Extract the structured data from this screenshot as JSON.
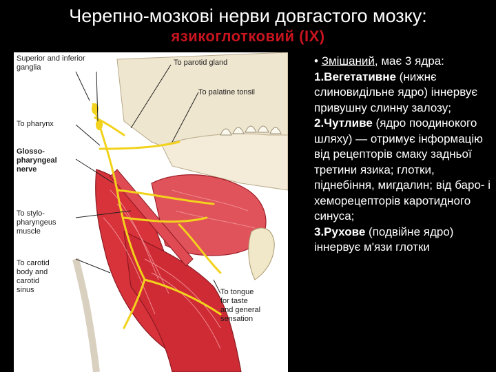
{
  "slide": {
    "title": "Черепно-мозкові нерви довгастого мозку:",
    "subtitle": "язикоглотковий (IX)"
  },
  "figure_labels": {
    "ganglia": "Superior and inferior\nganglia",
    "parotid": "To parotid gland",
    "palatine": "To palatine tonsil",
    "pharynx": "To pharynx",
    "glosso": "Glosso-\npharyngeal\nnerve",
    "stylo": "To stylo-\npharyngeus\nmuscle",
    "carotid": "To carotid\nbody and\ncarotid\nsinus",
    "tongue": "To tongue\nfor taste\nand general\nsensation"
  },
  "body": {
    "l1_bullet": "• ",
    "l1_mixed": "Змішаний",
    "l1_rest": ", має 3 ядра:",
    "n1_label": "1.Вегетативне",
    "n1_text": " (нижнє слиновидільне ядро) іннервує привушну слинну залозу;",
    "n2_label": "2.Чутливе",
    "n2_text": " (ядро поодинокого шляху) — отримує інформацію від рецепторів смаку задньої третини язика; глотки, піднебіння, мигдалин; від баро- і хеморецепторів каротидного синуса;",
    "n3_label": "3.Рухове",
    "n3_text": " (подвійне ядро) іннервує м'язи глотки"
  },
  "colors": {
    "title": "#ffffff",
    "subtitle": "#c8141e",
    "nerve": "#f2d21c",
    "muscle": "#d8323a",
    "bone": "#efe6cf"
  }
}
